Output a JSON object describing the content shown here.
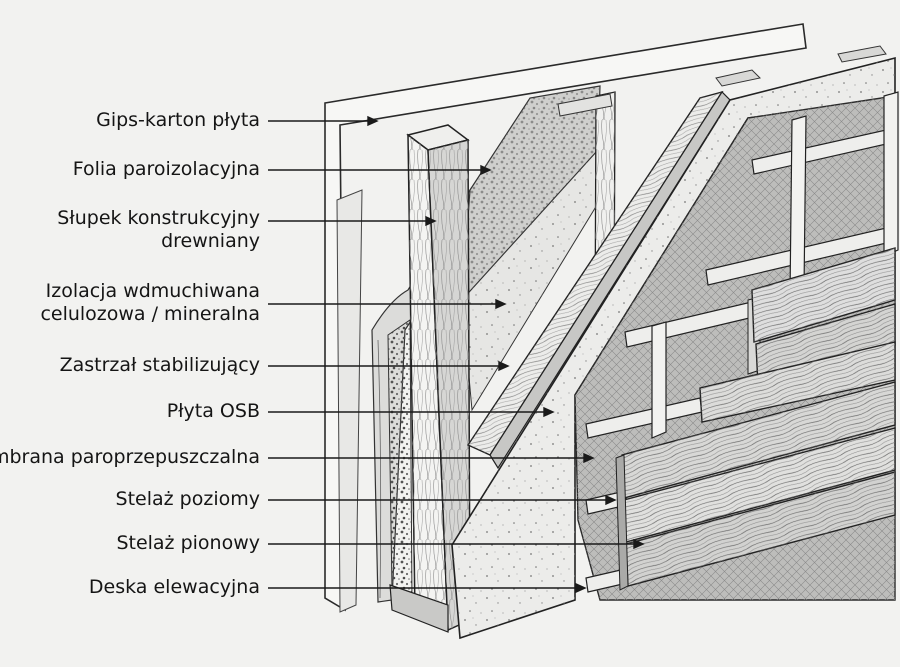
{
  "labels": [
    {
      "id": "gips",
      "lines": [
        "Gips-karton płyta"
      ]
    },
    {
      "id": "folia",
      "lines": [
        "Folia paroizolacyjna"
      ]
    },
    {
      "id": "slupek",
      "lines": [
        "Słupek konstrukcyjny",
        "drewniany"
      ]
    },
    {
      "id": "izolacja",
      "lines": [
        "Izolacja wdmuchiwana",
        "celulozowa / mineralna"
      ]
    },
    {
      "id": "zastrzal",
      "lines": [
        "Zastrzał stabilizujący"
      ]
    },
    {
      "id": "osb",
      "lines": [
        "Płyta OSB"
      ]
    },
    {
      "id": "membrana",
      "lines": [
        "Membrana paroprzepuszczalna"
      ]
    },
    {
      "id": "stelaz-poziomy",
      "lines": [
        "Stelaż poziomy"
      ]
    },
    {
      "id": "stelaz-pionowy",
      "lines": [
        "Stelaż pionowy"
      ]
    },
    {
      "id": "deska",
      "lines": [
        "Deska elewacyjna"
      ]
    }
  ]
}
